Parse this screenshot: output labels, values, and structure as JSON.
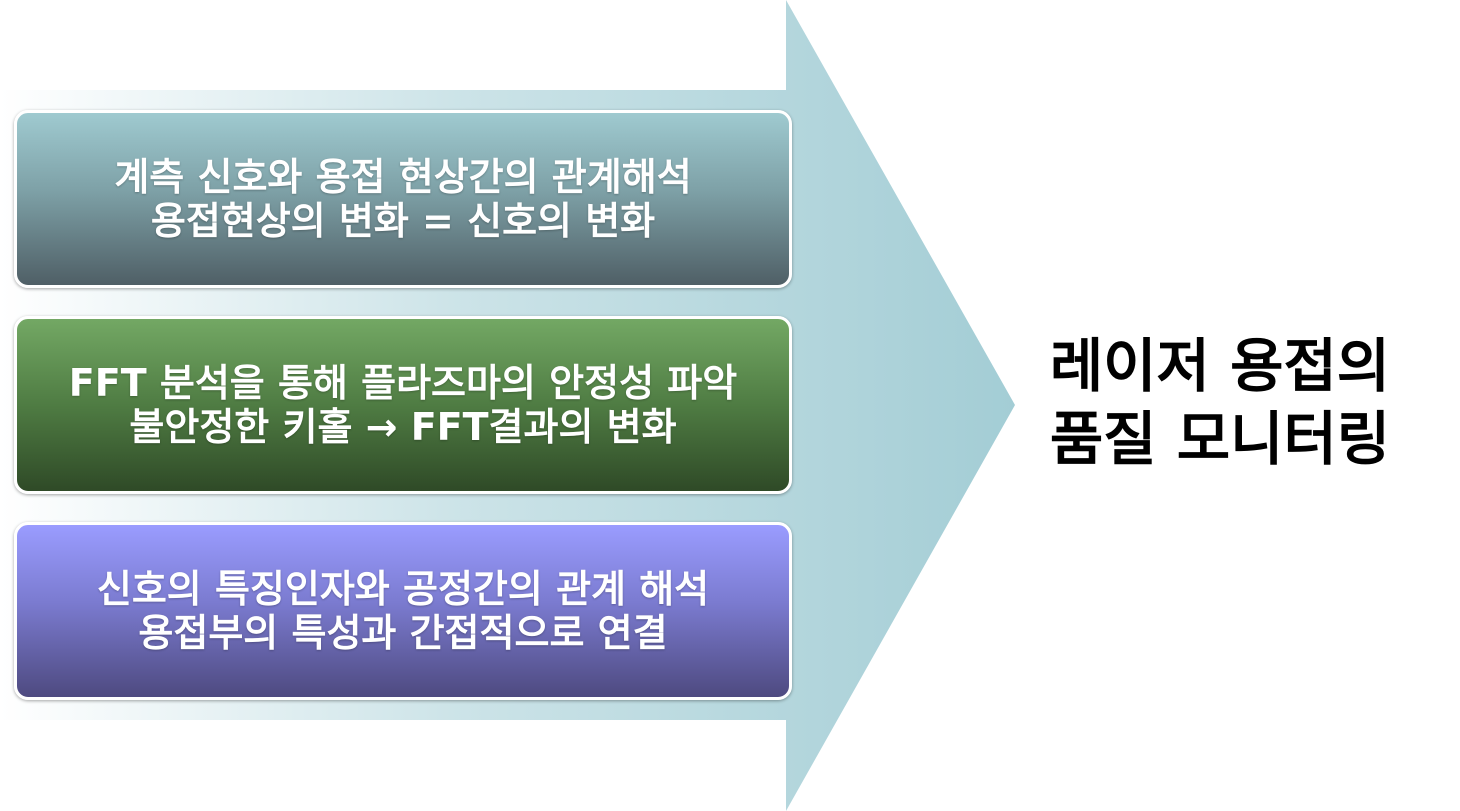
{
  "colors": {
    "arrow": "#a3cdd5",
    "box1": "#7ea1a7",
    "box2": "#4f7c43",
    "box3": "#7b7bd0"
  },
  "boxes": [
    {
      "line1": "계측 신호와 용접 현상간의 관계해석",
      "line2": "용접현상의 변화 = 신호의 변화"
    },
    {
      "line1": "FFT 분석을 통해 플라즈마의 안정성 파악",
      "line2": "불안정한 키홀 → FFT결과의 변화"
    },
    {
      "line1": "신호의 특징인자와 공정간의 관계 해석",
      "line2": "용접부의 특성과 간접적으로 연결"
    }
  ],
  "result": {
    "line1": "레이저 용접의",
    "line2": "품질 모니터링"
  }
}
